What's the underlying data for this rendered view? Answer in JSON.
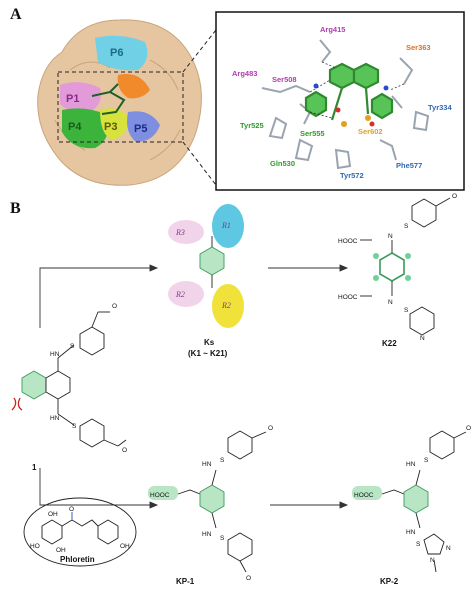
{
  "panel_labels": {
    "a": "A",
    "b": "B"
  },
  "pockets": [
    "P6",
    "P1",
    "P4",
    "P3",
    "P5"
  ],
  "residues": [
    {
      "name": "Arg415",
      "color": "#b03cb0"
    },
    {
      "name": "Ser363",
      "color": "#e07020"
    },
    {
      "name": "Arg483",
      "color": "#b03cb0"
    },
    {
      "name": "Ser508",
      "color": "#b03cb0"
    },
    {
      "name": "Tyr525",
      "color": "#2e9a2e"
    },
    {
      "name": "Ser555",
      "color": "#2e9a2e"
    },
    {
      "name": "Ser602",
      "color": "#e0a020"
    },
    {
      "name": "Tyr334",
      "color": "#2a6ab0"
    },
    {
      "name": "Gln530",
      "color": "#2e9a2e"
    },
    {
      "name": "Tyr572",
      "color": "#2a6ab0"
    },
    {
      "name": "Phe577",
      "color": "#2a6ab0"
    }
  ],
  "compounds": {
    "c1": "1",
    "ks": "Ks",
    "ks_range": "(K1 ~ K21)",
    "k22": "K22",
    "kp1": "KP-1",
    "kp2": "KP-2",
    "phloretin": "Phloretin"
  },
  "r_groups": [
    "R3",
    "R1",
    "R2",
    "R2"
  ],
  "atoms": {
    "o": "O",
    "s": "S",
    "n": "N",
    "hn": "HN",
    "hooc": "HOOC",
    "oh": "OH",
    "ho": "HO"
  }
}
